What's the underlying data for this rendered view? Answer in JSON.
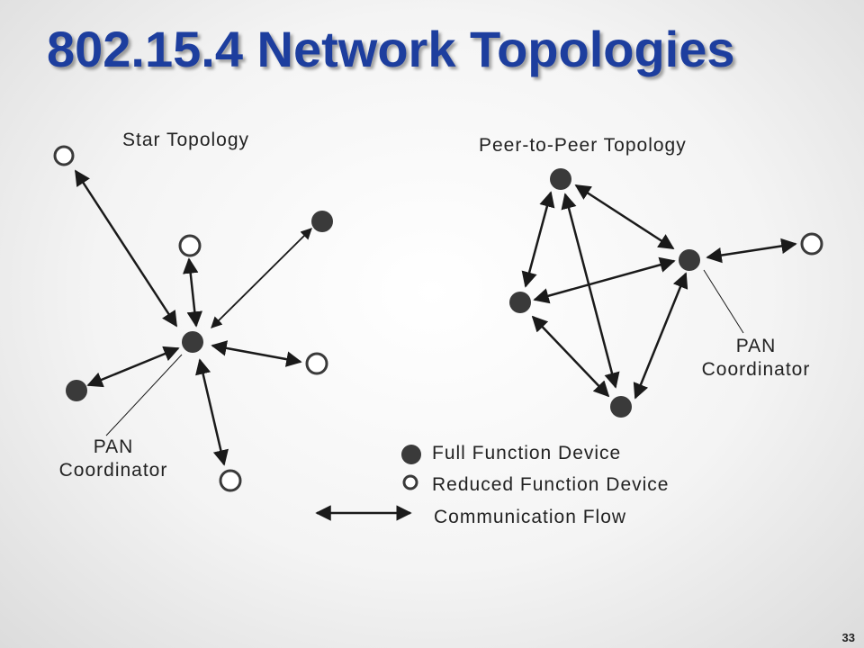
{
  "title": "802.15.4 Network Topologies",
  "star": {
    "heading": "Star Topology",
    "coordinator_label": "PAN\nCoordinator"
  },
  "p2p": {
    "heading": "Peer-to-Peer Topology",
    "coordinator_label": "PAN\nCoordinator"
  },
  "legend": {
    "ffd": "Full Function Device",
    "rfd": "Reduced Function Device",
    "flow": "Communication Flow"
  },
  "slide_number": "33",
  "colors": {
    "title": "#1d3e9e",
    "node_fill": "#3a3a3a",
    "edge": "#1a1a1a"
  }
}
